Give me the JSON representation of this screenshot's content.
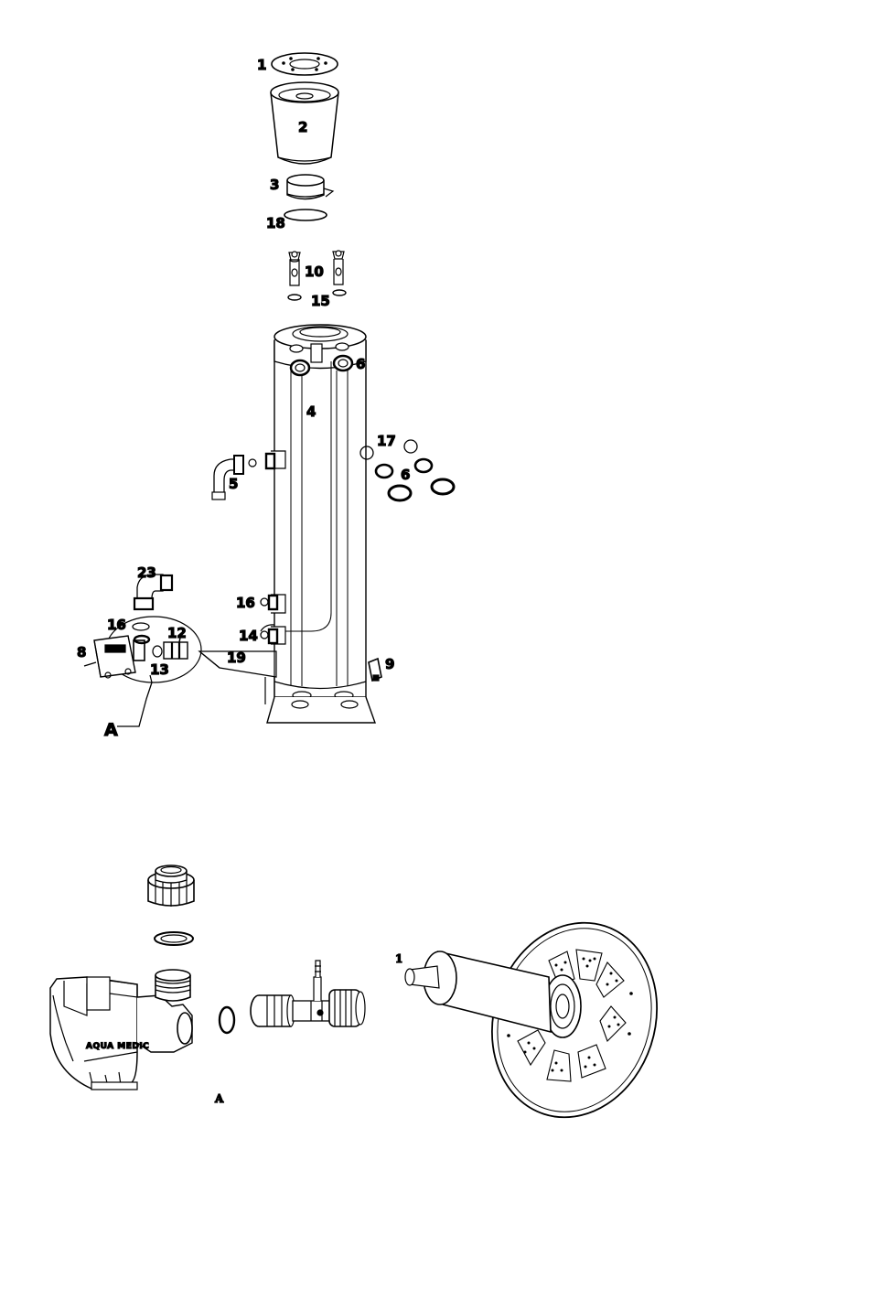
{
  "exploded_view": {
    "labels": {
      "p1": "1",
      "p2": "2",
      "p3": "3",
      "p18": "18",
      "p10": "10",
      "p15": "15",
      "p6a": "6",
      "p4": "4",
      "p17": "17",
      "p6b": "6",
      "p5": "5",
      "p23": "23",
      "p16a": "16",
      "p12": "12",
      "p8": "8",
      "p13": "13",
      "p19": "19",
      "p16b": "16",
      "p14": "14",
      "p9": "9",
      "detail_ref": "A"
    }
  },
  "detail_a": {
    "label": "A",
    "brand_text": "AQUA MEDIC"
  },
  "impeller_detail": {
    "label": "1"
  }
}
